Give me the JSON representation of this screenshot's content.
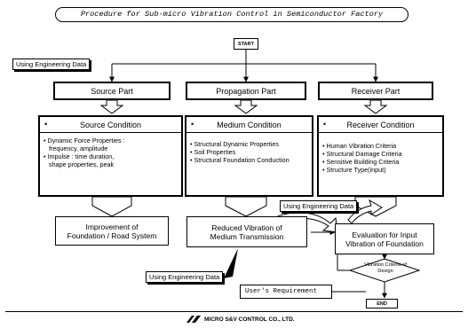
{
  "title": "Procedure for Sub-micro Vibration Control in Semiconductor Factory",
  "start": "START",
  "end": "END",
  "engineering_label": "Using Engineering Data",
  "parts": {
    "source": "Source Part",
    "propagation": "Propagation Part",
    "receiver": "Receiver Part"
  },
  "conditions": {
    "source": {
      "title": "Source Condition",
      "items": [
        "Dynamic Force Properties :",
        "  frequency, amplitude",
        "Impulse : time duration,",
        "  shape properties, peak"
      ]
    },
    "medium": {
      "title": "Medium Condition",
      "items": [
        "Structural Dynamic Properties",
        "Soil Properties",
        "Structural Foundation Conduction"
      ]
    },
    "receiver": {
      "title": "Receiver Condition",
      "items": [
        "Human Vibration Criteria",
        "Structural Damage Criteria",
        "Sensitive Building Criteria",
        "Structure Type(input)"
      ]
    }
  },
  "results": {
    "source": [
      "Improvement of",
      "Foundation / Road System"
    ],
    "medium": [
      "Reduced Vibration of",
      "Medium Transmission"
    ],
    "receiver": [
      "Evaluation for Input",
      "Vibration of Foundation"
    ]
  },
  "decision": [
    "Vibration Criteria of",
    "Design"
  ],
  "user_requirement": "User's Requirement",
  "footer": "MICRO S&V CONTROL CO., LTD."
}
